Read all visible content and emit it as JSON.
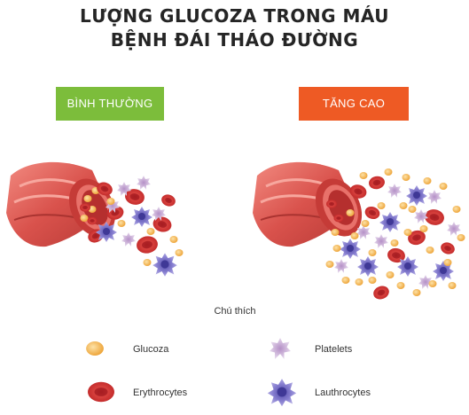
{
  "title": {
    "line1": "LƯỢNG GLUCOZA TRONG MÁU",
    "line2": "BỆNH ĐÁI THÁO ĐƯỜNG"
  },
  "panels": {
    "normal_label": "BÌNH THƯỜNG",
    "high_label": "TĂNG CAO"
  },
  "legend": {
    "title": "Chú thích",
    "items": [
      {
        "icon": "glucose-icon",
        "label": "Glucoza"
      },
      {
        "icon": "platelet-icon",
        "label": "Platelets"
      },
      {
        "icon": "erythrocyte-icon",
        "label": "Erythrocytes"
      },
      {
        "icon": "leukocyte-icon",
        "label": "Lauthrocytes"
      }
    ]
  },
  "colors": {
    "normal": "#7cbd3b",
    "high": "#ee5a24",
    "vessel": "#e0605a",
    "erythrocyte": "#d63b3b",
    "glucose": "#f0b24a",
    "platelet": "#c9a3d6",
    "leukocyte": "#7c72c4"
  }
}
